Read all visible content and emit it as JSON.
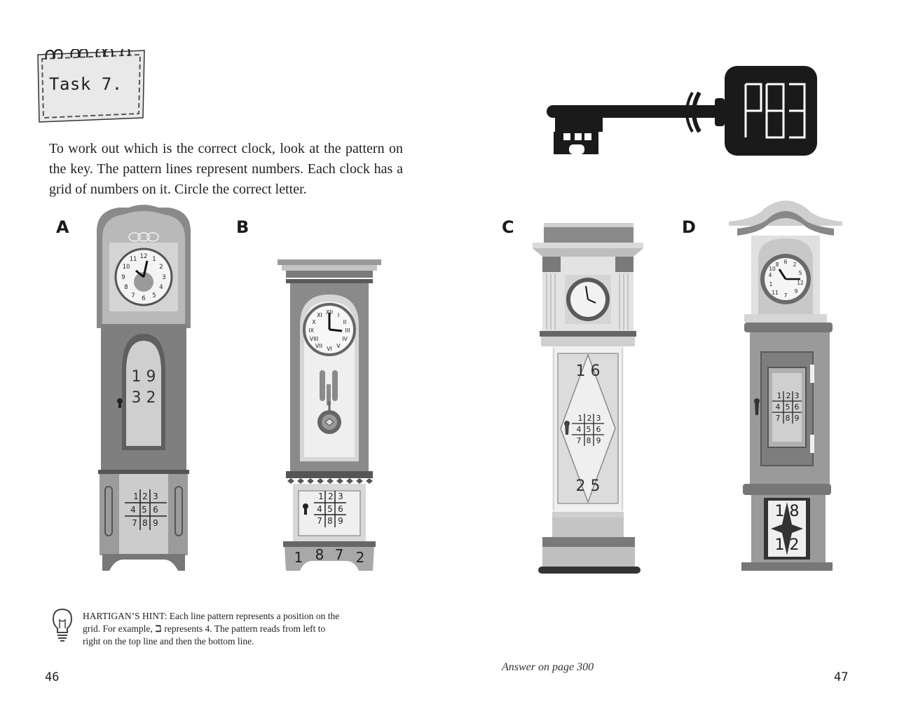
{
  "task": {
    "title": "Task 7."
  },
  "instructions": "To work out which is the correct clock, look at the pattern on the key. The pattern lines represent numbers. Each clock has a grid of numbers on it. Circle the correct letter.",
  "clocks": [
    {
      "letter": "A",
      "numbers": [
        "1 9",
        "3 2"
      ]
    },
    {
      "letter": "B",
      "numbers": [
        "1",
        "8",
        "7",
        "2"
      ]
    },
    {
      "letter": "C",
      "numbers": [
        "1 6",
        "2 5"
      ]
    },
    {
      "letter": "D",
      "numbers": [
        "1 8",
        "1 2"
      ]
    }
  ],
  "grid": {
    "rows": [
      [
        "1",
        "2",
        "3"
      ],
      [
        "4",
        "5",
        "6"
      ],
      [
        "7",
        "8",
        "9"
      ]
    ]
  },
  "clock_faces": {
    "arabic": [
      "12",
      "1",
      "2",
      "3",
      "4",
      "5",
      "6",
      "7",
      "8",
      "9",
      "10",
      "11"
    ],
    "roman": [
      "XII",
      "I",
      "II",
      "III",
      "IV",
      "V",
      "VI",
      "VII",
      "VIII",
      "IX",
      "X",
      "XI"
    ],
    "scrambled": [
      "6",
      "8",
      "2",
      "5",
      "12",
      "9",
      "7",
      "11",
      "1",
      "4",
      "10"
    ]
  },
  "hint": {
    "lead": "HARTIGAN’S HINT: Each line pattern represents a position on the grid. For example,",
    "symbol": "ℶ",
    "rest": "represents 4. The pattern reads from left to right on the top line and then the bottom line."
  },
  "footer": {
    "left_page": "46",
    "right_page": "47",
    "answer": "Answer on page 300"
  },
  "colors": {
    "dark": "#222222",
    "mid": "#7a7a7a",
    "light": "#cfcfcf",
    "lighter": "#e6e6e6",
    "tag": "#e9e9e9"
  }
}
